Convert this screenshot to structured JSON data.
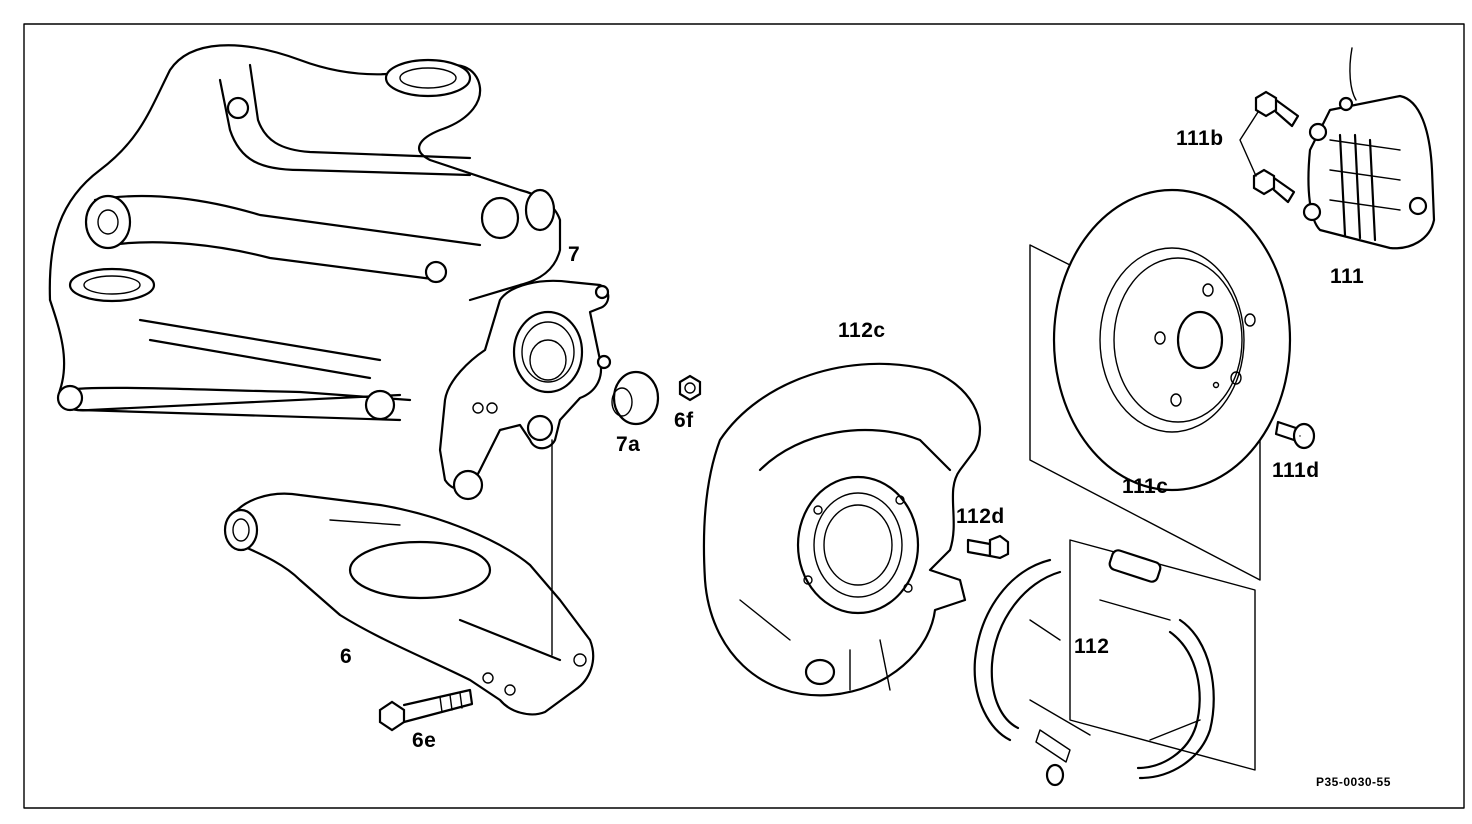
{
  "diagram": {
    "labels": {
      "subframe": "7",
      "bushing": "7a",
      "nut": "6f",
      "control_arm": "6",
      "control_arm_bolt": "6e",
      "dust_shield": "112c",
      "shield_bolt": "112d",
      "parking_brake": "112",
      "caliper": "111",
      "caliper_bolts": "111b",
      "brake_disc": "111c",
      "disc_screw": "111d"
    },
    "reference_code": "P35-0030-55"
  }
}
